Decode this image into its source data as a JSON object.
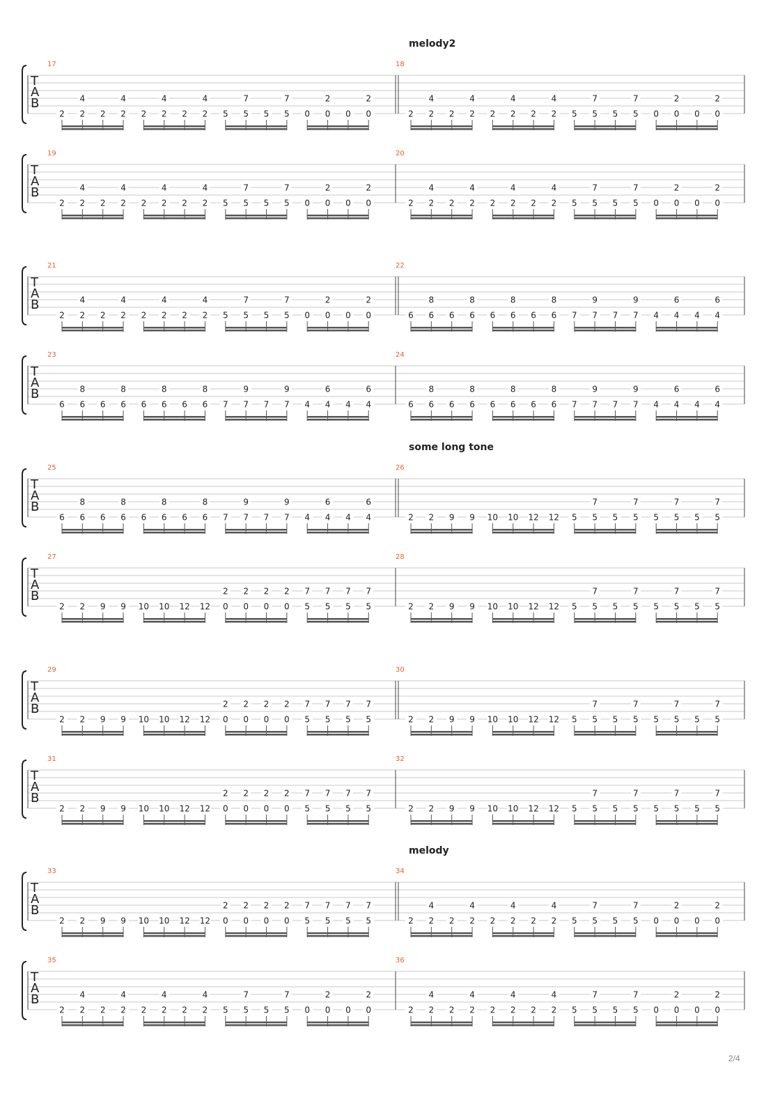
{
  "page": {
    "number": "2/4"
  },
  "colors": {
    "measure_number": "#e8612c",
    "staff_line": "#c8c8c8",
    "text": "#222222",
    "beam": "#555555"
  },
  "sections": [
    {
      "before_system": 0,
      "label": "melody2"
    },
    {
      "before_system": 4,
      "label": "some  long tone"
    },
    {
      "before_system": 8,
      "label": "melody"
    }
  ],
  "patterns": {
    "A": [
      [
        null,
        "2"
      ],
      [
        "4",
        "2"
      ],
      [
        null,
        "2"
      ],
      [
        "4",
        "2"
      ],
      [
        null,
        "2"
      ],
      [
        "4",
        "2"
      ],
      [
        null,
        "2"
      ],
      [
        "4",
        "2"
      ],
      [
        null,
        "5"
      ],
      [
        "7",
        "5"
      ],
      [
        null,
        "5"
      ],
      [
        "7",
        "5"
      ],
      [
        null,
        "0"
      ],
      [
        "2",
        "0"
      ],
      [
        null,
        "0"
      ],
      [
        "2",
        "0"
      ]
    ],
    "B": [
      [
        null,
        "6"
      ],
      [
        "8",
        "6"
      ],
      [
        null,
        "6"
      ],
      [
        "8",
        "6"
      ],
      [
        null,
        "6"
      ],
      [
        "8",
        "6"
      ],
      [
        null,
        "6"
      ],
      [
        "8",
        "6"
      ],
      [
        null,
        "7"
      ],
      [
        "9",
        "7"
      ],
      [
        null,
        "7"
      ],
      [
        "9",
        "7"
      ],
      [
        null,
        "4"
      ],
      [
        "6",
        "4"
      ],
      [
        null,
        "4"
      ],
      [
        "6",
        "4"
      ]
    ],
    "C": [
      [
        null,
        "2"
      ],
      [
        null,
        "2"
      ],
      [
        null,
        "9"
      ],
      [
        null,
        "9"
      ],
      [
        null,
        "10"
      ],
      [
        null,
        "10"
      ],
      [
        null,
        "12"
      ],
      [
        null,
        "12"
      ],
      [
        null,
        "5"
      ],
      [
        "7",
        "5"
      ],
      [
        null,
        "5"
      ],
      [
        "7",
        "5"
      ],
      [
        null,
        "5"
      ],
      [
        "7",
        "5"
      ],
      [
        null,
        "5"
      ],
      [
        "7",
        "5"
      ]
    ],
    "D": [
      [
        null,
        "2"
      ],
      [
        null,
        "2"
      ],
      [
        null,
        "9"
      ],
      [
        null,
        "9"
      ],
      [
        null,
        "10"
      ],
      [
        null,
        "10"
      ],
      [
        null,
        "12"
      ],
      [
        null,
        "12"
      ],
      [
        "2",
        "0"
      ],
      [
        "2",
        "0"
      ],
      [
        "2",
        "0"
      ],
      [
        "2",
        "0"
      ],
      [
        "7",
        "5"
      ],
      [
        "7",
        "5"
      ],
      [
        "7",
        "5"
      ],
      [
        "7",
        "5"
      ]
    ]
  },
  "systems": [
    {
      "measures": [
        {
          "number": "17",
          "pattern": "A"
        },
        {
          "number": "18",
          "pattern": "A"
        }
      ],
      "double_bar": true
    },
    {
      "measures": [
        {
          "number": "19",
          "pattern": "A"
        },
        {
          "number": "20",
          "pattern": "A"
        }
      ],
      "double_bar": false
    },
    {
      "measures": [
        {
          "number": "21",
          "pattern": "A"
        },
        {
          "number": "22",
          "pattern": "B"
        }
      ],
      "double_bar": true
    },
    {
      "measures": [
        {
          "number": "23",
          "pattern": "B"
        },
        {
          "number": "24",
          "pattern": "B"
        }
      ],
      "double_bar": false
    },
    {
      "measures": [
        {
          "number": "25",
          "pattern": "B"
        },
        {
          "number": "26",
          "pattern": "C"
        }
      ],
      "double_bar": true
    },
    {
      "measures": [
        {
          "number": "27",
          "pattern": "D"
        },
        {
          "number": "28",
          "pattern": "C"
        }
      ],
      "double_bar": false
    },
    {
      "measures": [
        {
          "number": "29",
          "pattern": "D"
        },
        {
          "number": "30",
          "pattern": "C"
        }
      ],
      "double_bar": true
    },
    {
      "measures": [
        {
          "number": "31",
          "pattern": "D"
        },
        {
          "number": "32",
          "pattern": "C"
        }
      ],
      "double_bar": false
    },
    {
      "measures": [
        {
          "number": "33",
          "pattern": "D"
        },
        {
          "number": "34",
          "pattern": "A"
        }
      ],
      "double_bar": true
    },
    {
      "measures": [
        {
          "number": "35",
          "pattern": "A"
        },
        {
          "number": "36",
          "pattern": "A"
        }
      ],
      "double_bar": false
    }
  ],
  "tab_clef": [
    "T",
    "A",
    "B"
  ]
}
